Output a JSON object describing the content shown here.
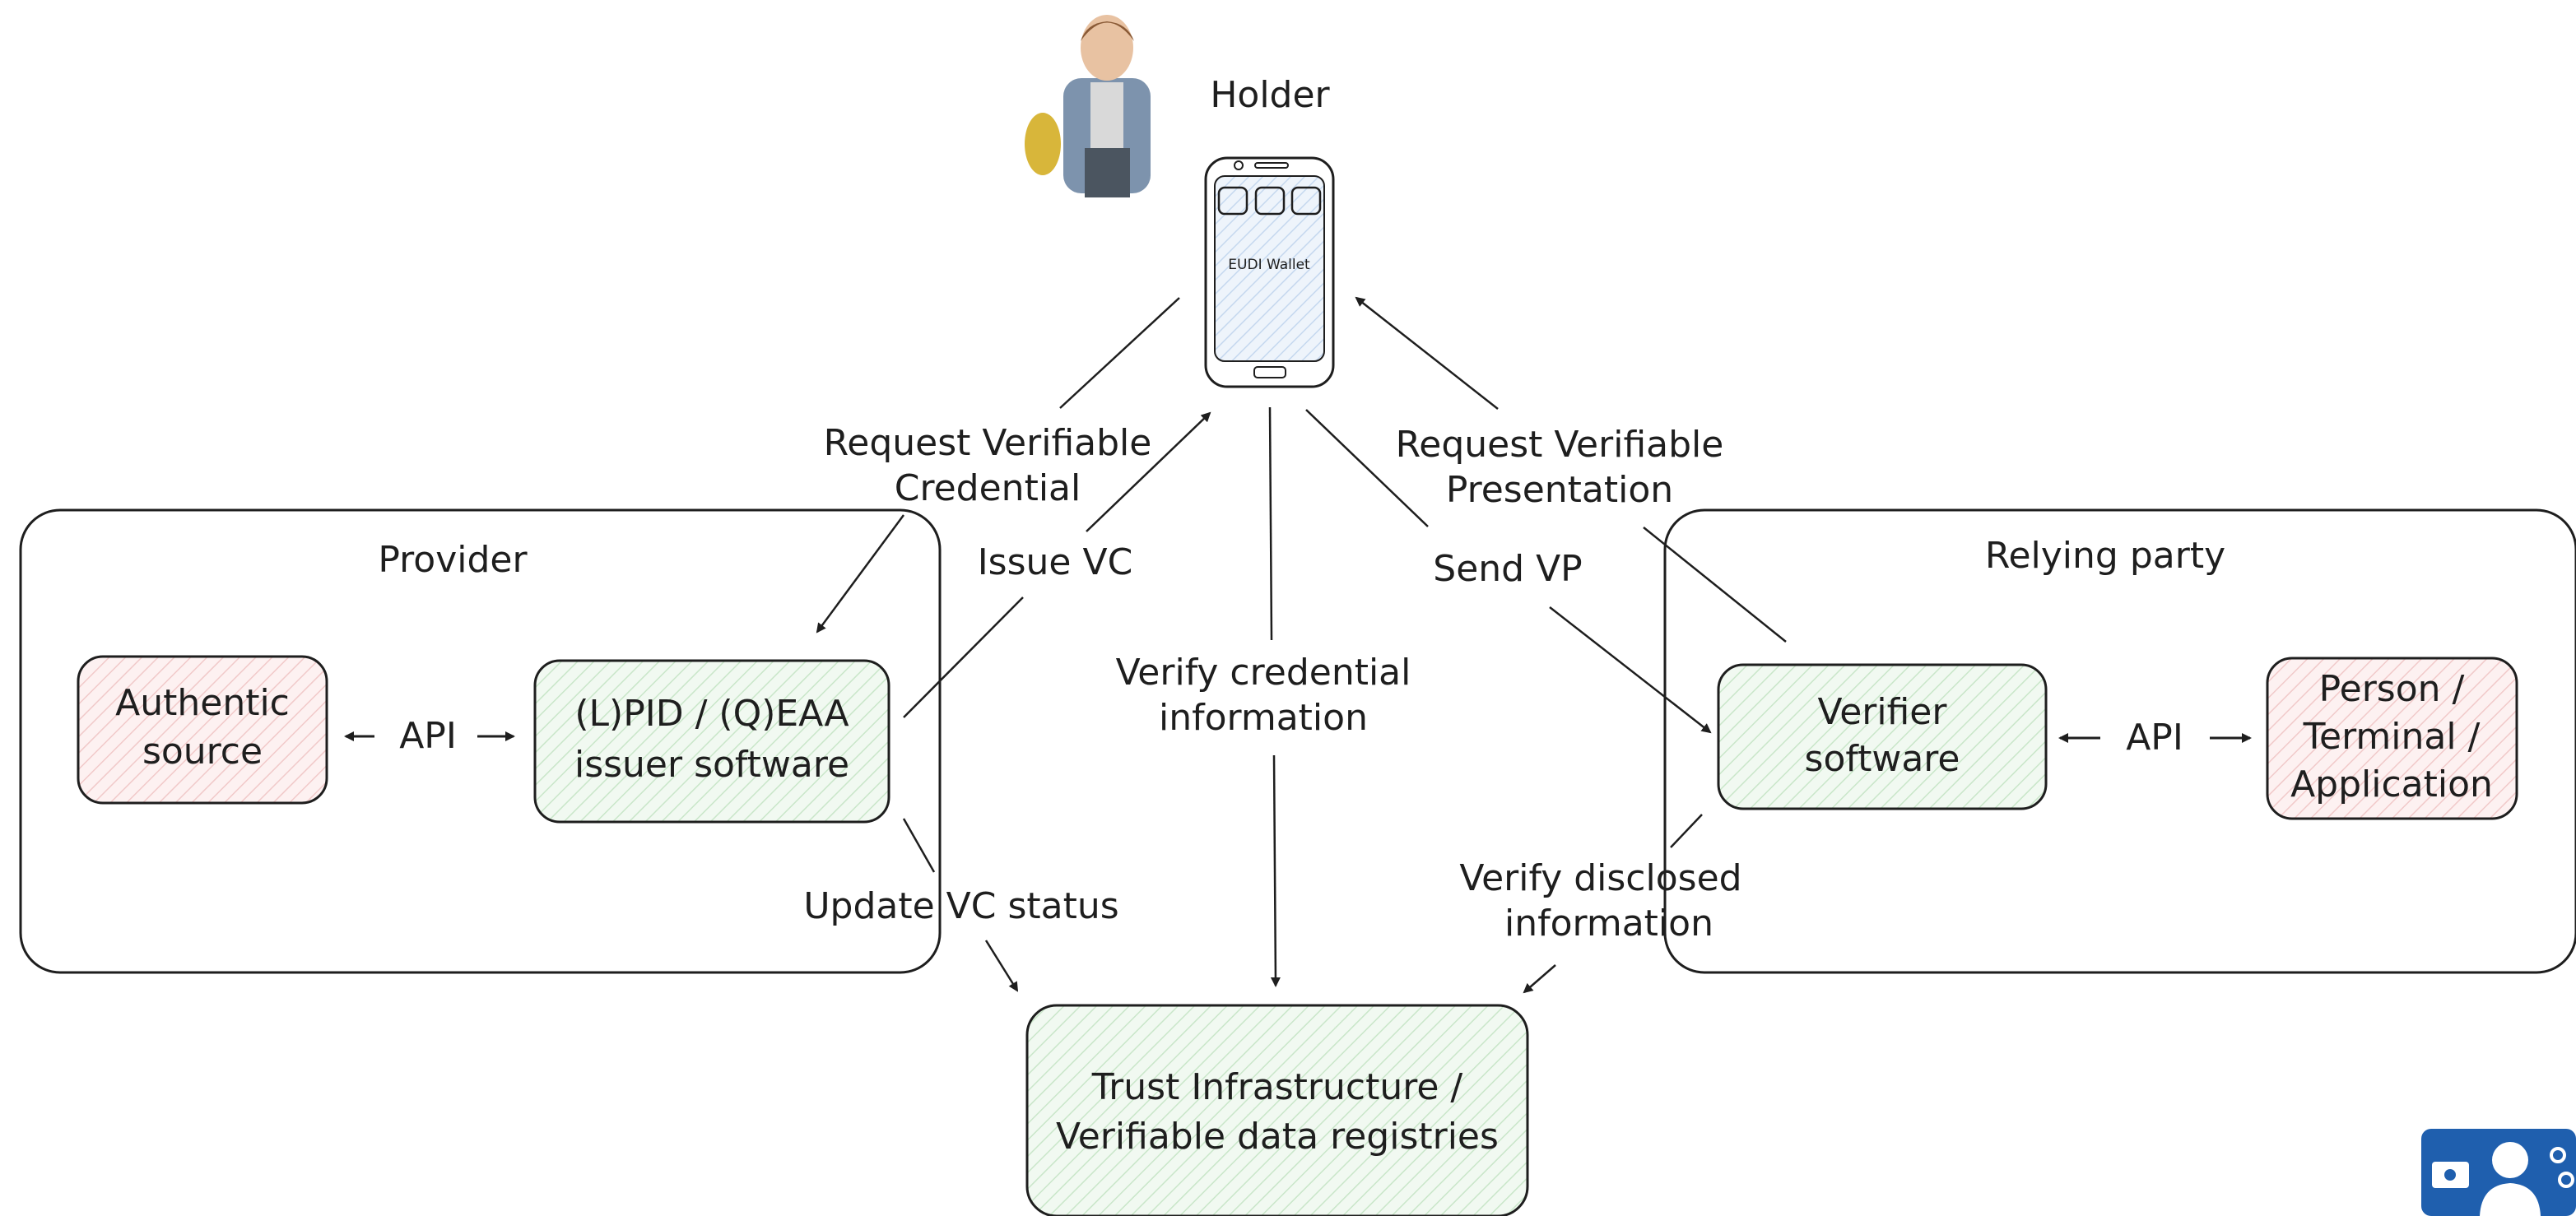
{
  "holder": {
    "title": "Holder",
    "wallet_label": "EUDI Wallet"
  },
  "groups": {
    "provider": "Provider",
    "relying_party": "Relying party"
  },
  "boxes": {
    "authentic_source": [
      "Authentic",
      "source"
    ],
    "issuer_software": [
      "(L)PID / (Q)EAA",
      "issuer software"
    ],
    "verifier_software": [
      "Verifier",
      "software"
    ],
    "person_terminal": [
      "Person /",
      "Terminal /",
      "Application"
    ],
    "trust_infrastructure": [
      "Trust Infrastructure /",
      "Verifiable data registries"
    ]
  },
  "edges": {
    "api_left": "API",
    "api_right": "API",
    "request_vc": [
      "Request Verifiable",
      "Credential"
    ],
    "issue_vc": "Issue VC",
    "request_vp": [
      "Request Verifiable",
      "Presentation"
    ],
    "send_vp": "Send VP",
    "verify_credential": [
      "Verify credential",
      "information"
    ],
    "update_vc_status": "Update VC status",
    "verify_disclosed": [
      "Verify disclosed",
      "information"
    ]
  },
  "colors": {
    "stroke": "#1e1e1e",
    "source_fill": "#fdeeee",
    "software_fill": "#eef8ee",
    "wallet_fill": "#e6f0fb",
    "logo": "#1f5fae"
  },
  "icons": {
    "holder": "person-with-backpack-photo",
    "wallet": "smartphone-icon",
    "logo": "eu-digital-identity-logo"
  }
}
